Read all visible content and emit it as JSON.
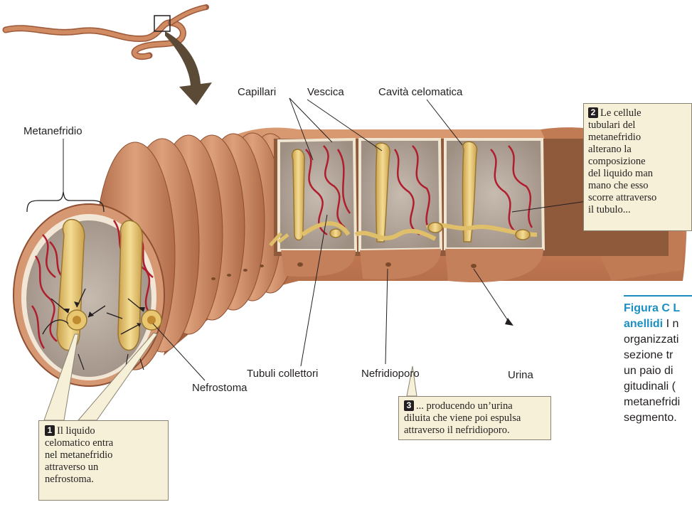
{
  "labels": {
    "capillari": "Capillari",
    "vescica": "Vescica",
    "cavita": "Cavità celomatica",
    "metanefridio": "Metanefridio",
    "tubuli": "Tubuli collettori",
    "nefridioporo": "Nefridioporo",
    "urina": "Urina",
    "nefrostoma": "Nefrostoma"
  },
  "callouts": [
    {
      "num": "1",
      "lines": [
        "Il liquido",
        "celomatico entra",
        "nel metanefridio",
        "attraverso un",
        "nefrostoma."
      ]
    },
    {
      "num": "2",
      "lines": [
        "Le cellule",
        "tubulari del",
        "metanefridio",
        "alterano la",
        "composizione",
        "del liquido man",
        "mano che esso",
        "scorre attraverso",
        "il tubulo..."
      ]
    },
    {
      "num": "3",
      "lines": [
        "... producendo un’urina",
        "diluita che viene poi espulsa",
        "attraverso il nefridioporo."
      ]
    }
  ],
  "caption": {
    "title1": "Figura C L",
    "title2": "anellidi",
    "text2": " I n",
    "lines": [
      "organizzati",
      "sezione tr",
      "un paio di",
      "gitudinali (",
      "metanefridi",
      "segmento."
    ]
  },
  "colors": {
    "skin": "#c8825a",
    "skin_dark": "#9c5a3a",
    "cavity": "#b5a79a",
    "nephridium": "#e8c770",
    "capillary": "#b01e2e",
    "callout_bg": "#f6f0d8",
    "accent": "#1b8fc1"
  }
}
